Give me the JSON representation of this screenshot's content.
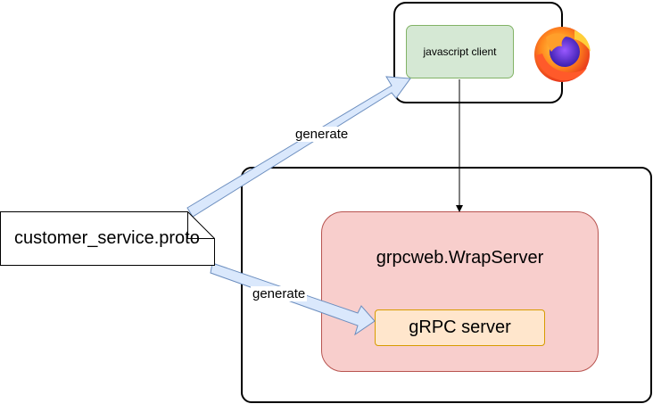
{
  "nodes": {
    "js_client": "javascript client",
    "wrap_server": "grpcweb.WrapServer",
    "grpc_server": "gRPC server",
    "proto_file": "customer_service.proto"
  },
  "edges": {
    "generate_client": "generate",
    "generate_server": "generate"
  },
  "icons": {
    "browser": "firefox-logo-icon"
  },
  "colors": {
    "js_client_fill": "#d5e8d4",
    "js_client_stroke": "#82b366",
    "wrap_fill": "#f8cecc",
    "wrap_stroke": "#b85450",
    "grpc_fill": "#ffe6cc",
    "grpc_stroke": "#d79b00",
    "arrow_fill": "#dae8fc",
    "arrow_stroke": "#6c8ebf"
  }
}
